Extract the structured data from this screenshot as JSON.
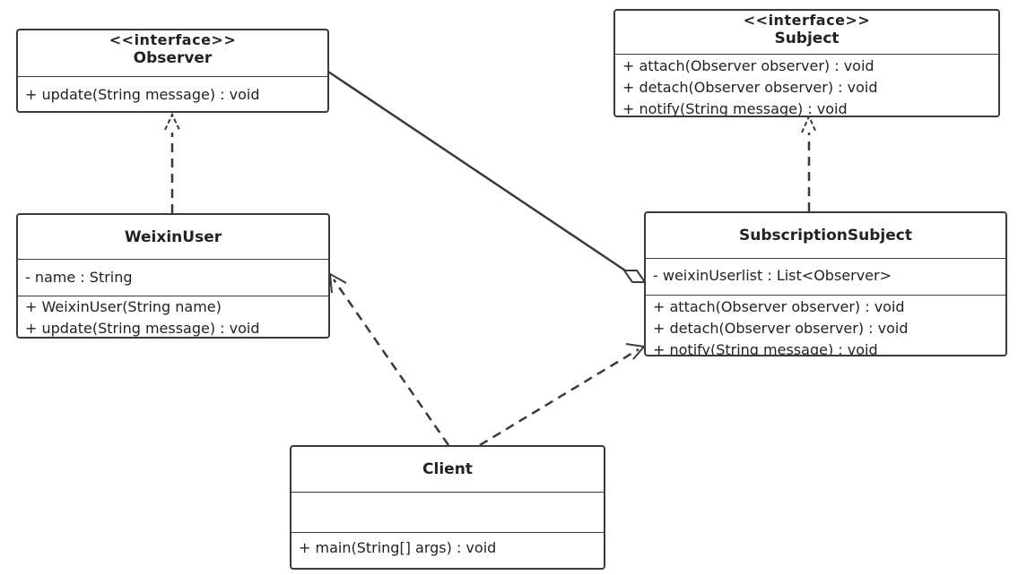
{
  "observer": {
    "stereotype": "<<interface>>",
    "name": "Observer",
    "methods": [
      "+ update(String message) : void"
    ]
  },
  "subject": {
    "stereotype": "<<interface>>",
    "name": "Subject",
    "methods": [
      "+ attach(Observer observer) : void",
      "+ detach(Observer observer) : void",
      "+ notify(String message) : void"
    ]
  },
  "weixin_user": {
    "name": "WeixinUser",
    "attributes": [
      "- name : String"
    ],
    "methods": [
      "+ WeixinUser(String name)",
      "+ update(String message) : void"
    ]
  },
  "subscription_subject": {
    "name": "SubscriptionSubject",
    "attributes": [
      "- weixinUserlist : List<Observer>"
    ],
    "methods": [
      "+ attach(Observer observer) : void",
      "+ detach(Observer observer) : void",
      "+ notify(String message) : void"
    ]
  },
  "client": {
    "name": "Client",
    "attributes": [],
    "methods": [
      "+ main(String[] args) : void"
    ]
  },
  "colors": {
    "stroke": "#3a3a3a",
    "background": "#ffffff"
  }
}
